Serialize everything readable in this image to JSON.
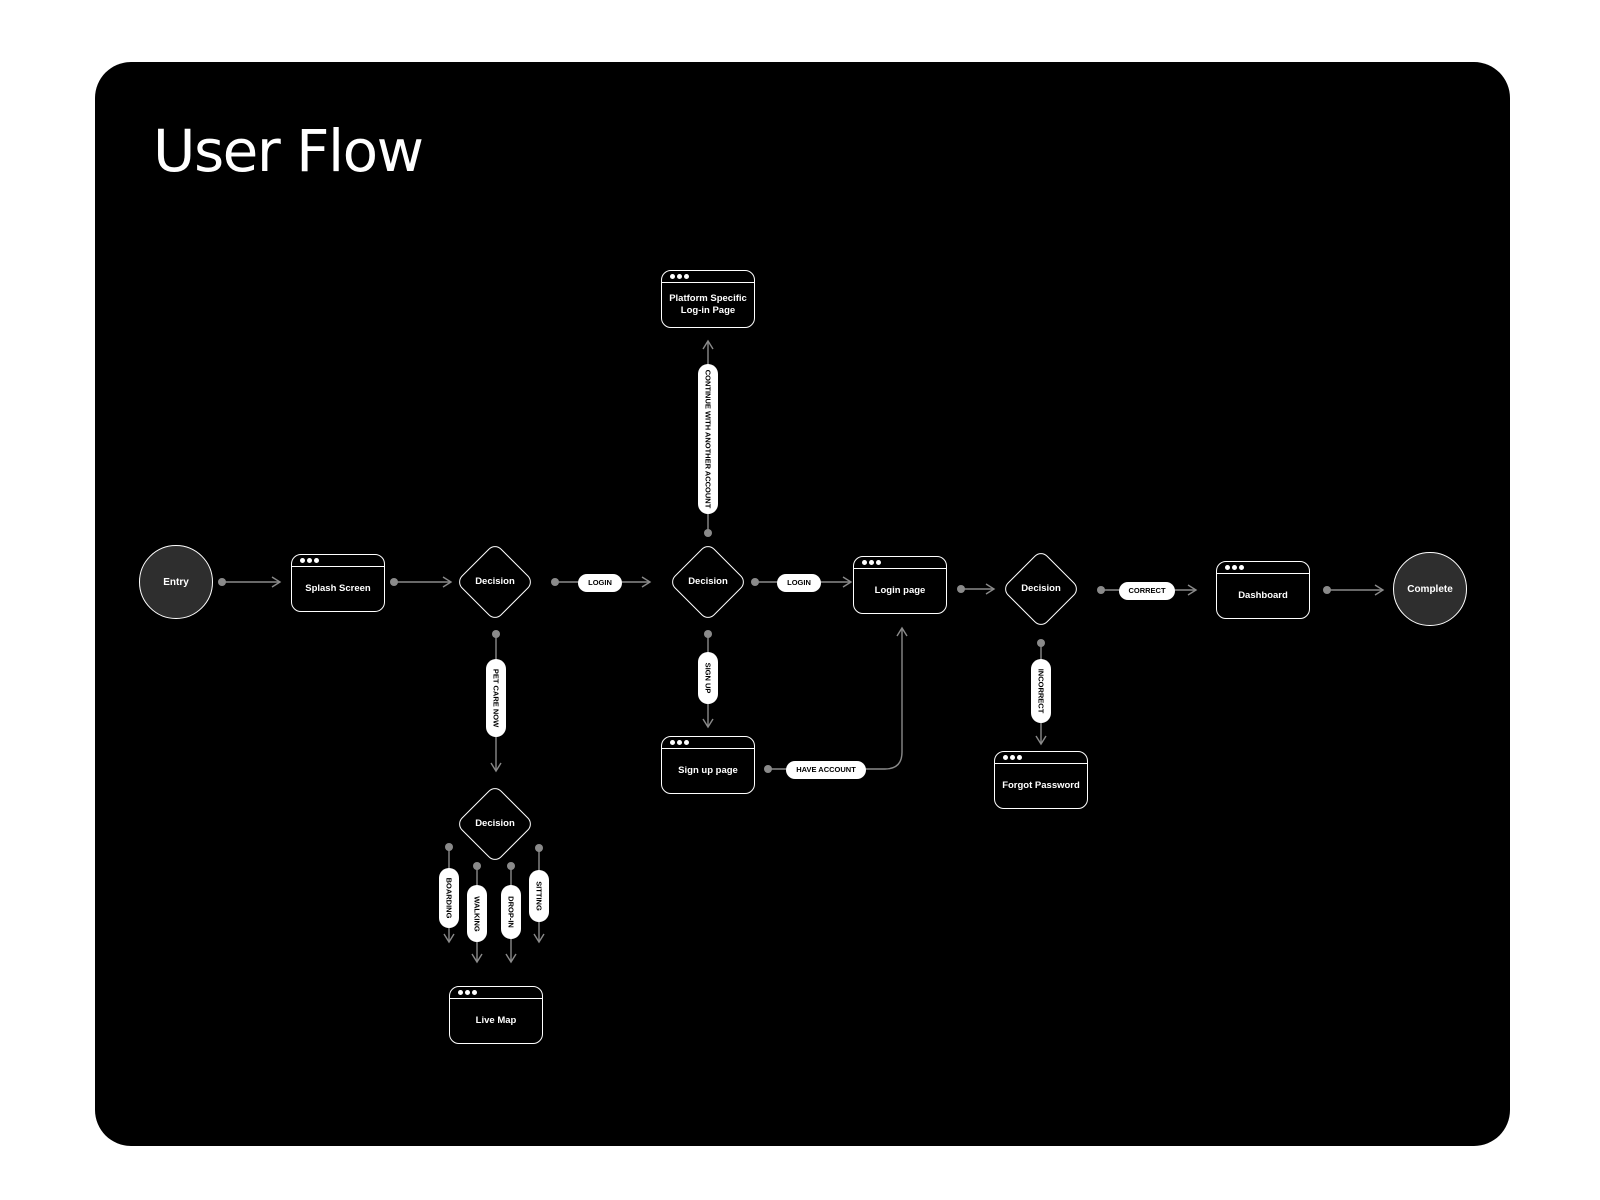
{
  "title": "User Flow",
  "nodes": {
    "entry": "Entry",
    "splash": "Splash Screen",
    "decision1": "Decision",
    "decision2": "Decision",
    "decision3": "Decision",
    "decision4": "Decision",
    "platform_login": "Platform Specific\nLog-in Page",
    "login_page": "Login page",
    "signup_page": "Sign up page",
    "forgot_password": "Forgot Password",
    "dashboard": "Dashboard",
    "complete": "Complete",
    "live_map": "Live Map"
  },
  "edges": {
    "login1": "LOGIN",
    "login2": "LOGIN",
    "continue_another": "CONTINUE WITH ANOTHER ACCOUNT",
    "sign_up": "SIGN UP",
    "have_account": "HAVE ACCOUNT",
    "correct": "CORRECT",
    "incorrect": "INCORRECT",
    "pet_care_now": "PET CARE NOW",
    "boarding": "BOARDING",
    "walking": "WALKING",
    "drop_in": "DROP-IN",
    "sitting": "SITTING"
  },
  "colors": {
    "background": "#000000",
    "foreground": "#ffffff",
    "connector": "#8a8a8a",
    "terminal_fill": "#2e2e2e"
  }
}
